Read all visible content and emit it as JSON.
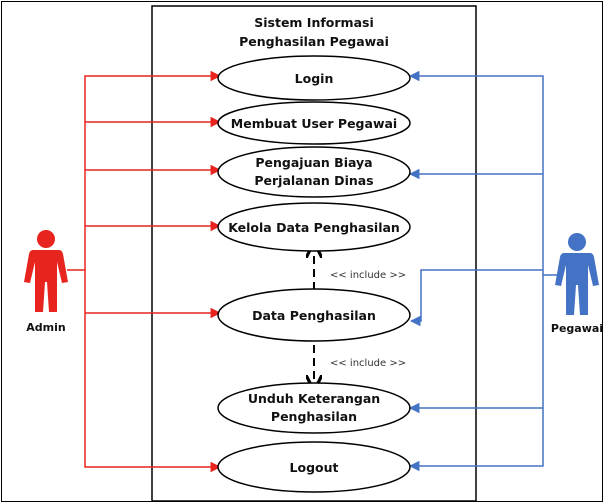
{
  "system": {
    "title_line1": "Sistem Informasi",
    "title_line2": "Penghasilan Pegawai"
  },
  "actors": {
    "admin": {
      "label": "Admin"
    },
    "pegawai": {
      "label": "Pegawai"
    }
  },
  "use_cases": {
    "login": {
      "line1": "Login"
    },
    "membuat_user": {
      "line1": "Membuat User Pegawai"
    },
    "pengajuan": {
      "line1": "Pengajuan Biaya",
      "line2": "Perjalanan Dinas"
    },
    "kelola": {
      "line1": "Kelola Data Penghasilan"
    },
    "data": {
      "line1": "Data Penghasilan"
    },
    "unduh": {
      "line1": "Unduh Keterangan",
      "line2": "Penghasilan"
    },
    "logout": {
      "line1": "Logout"
    }
  },
  "relations": {
    "include_upper": "<< include >>",
    "include_lower": "<< include >>"
  },
  "colors": {
    "admin": "#e8241f",
    "pegawai": "#4472c4",
    "line_admin": "#e8241f",
    "line_pegawai": "#4472c4"
  }
}
